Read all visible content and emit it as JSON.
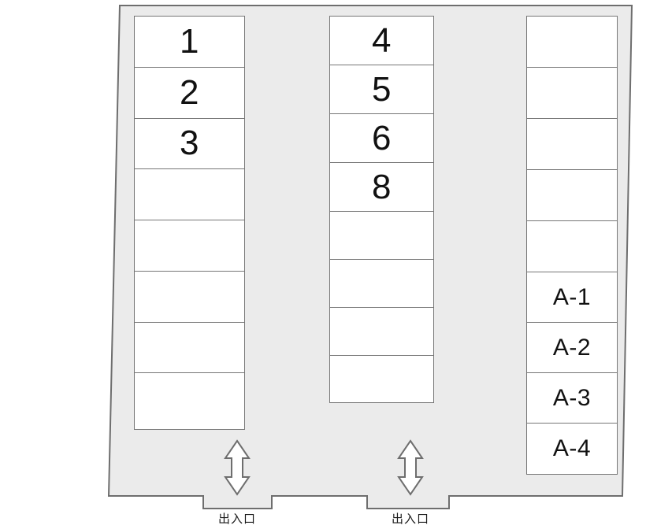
{
  "diagram": {
    "type": "parking-lot-floor-plan",
    "colors": {
      "lot_fill": "#ebebeb",
      "lot_stroke": "#6e6e6e",
      "cell_fill": "#ffffff",
      "cell_stroke": "#767676",
      "arrow_fill": "#ffffff",
      "arrow_stroke": "#6e6e6e",
      "page_background": "#ffffff",
      "text": "#111111"
    },
    "columns": [
      {
        "name": "left-column",
        "cells": [
          {
            "label": "1"
          },
          {
            "label": "2"
          },
          {
            "label": "3"
          },
          {
            "label": ""
          },
          {
            "label": ""
          },
          {
            "label": ""
          },
          {
            "label": ""
          },
          {
            "label": ""
          }
        ]
      },
      {
        "name": "middle-column",
        "cells": [
          {
            "label": "4"
          },
          {
            "label": "5"
          },
          {
            "label": "6"
          },
          {
            "label": "8"
          },
          {
            "label": ""
          },
          {
            "label": ""
          },
          {
            "label": ""
          },
          {
            "label": ""
          }
        ]
      },
      {
        "name": "right-column",
        "cells": [
          {
            "label": ""
          },
          {
            "label": ""
          },
          {
            "label": ""
          },
          {
            "label": ""
          },
          {
            "label": ""
          },
          {
            "label": "A-1"
          },
          {
            "label": "A-2"
          },
          {
            "label": "A-3"
          },
          {
            "label": "A-4"
          }
        ]
      }
    ],
    "entrances": [
      {
        "name": "entrance-left",
        "label": "出入口"
      },
      {
        "name": "entrance-right",
        "label": "出入口"
      }
    ]
  }
}
